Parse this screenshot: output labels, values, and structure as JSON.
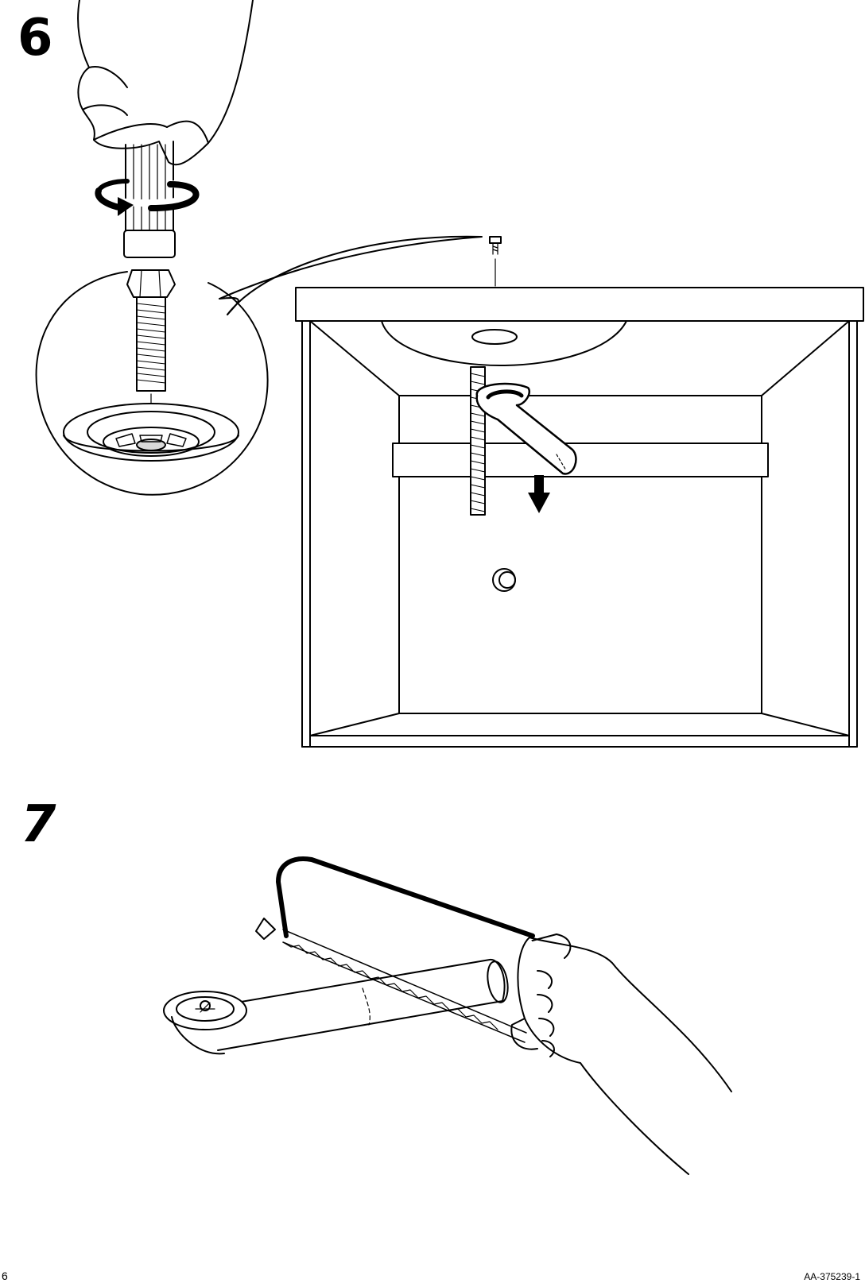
{
  "steps": [
    {
      "number": "6"
    },
    {
      "number": "7"
    }
  ],
  "footer": {
    "page_number": "6",
    "doc_code": "AA-375239-1"
  },
  "icons": {
    "rotate": "rotate-arrow-icon",
    "down": "down-arrow-icon"
  }
}
